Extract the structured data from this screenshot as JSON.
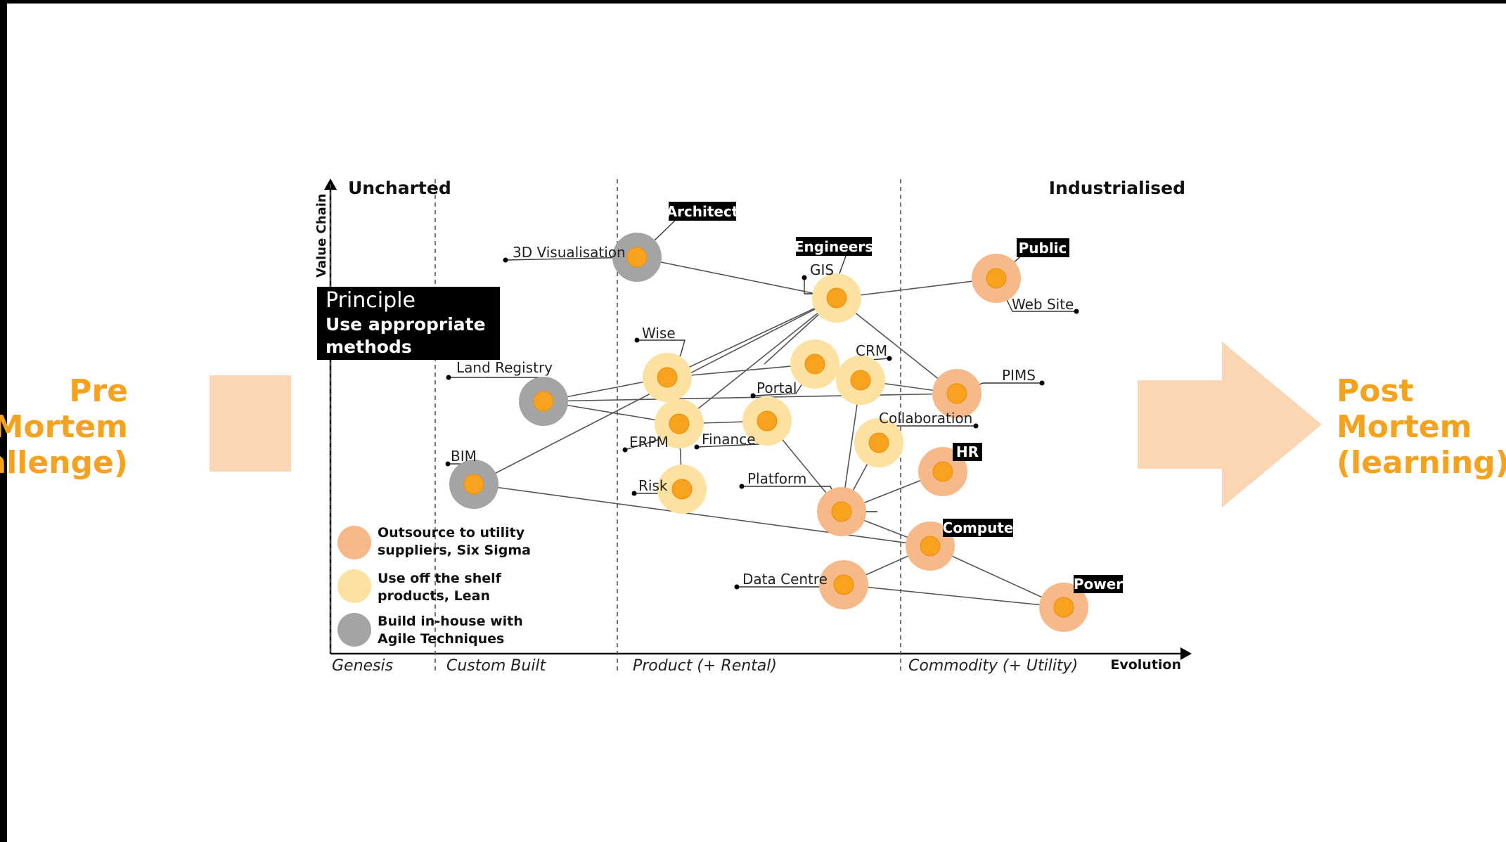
{
  "side": {
    "pre_lines": [
      "Pre",
      "Mortem",
      "(challenge)"
    ],
    "post_lines": [
      "Post",
      "Mortem",
      "(learning)"
    ]
  },
  "principle": {
    "title": "Principle",
    "line1": "Use appropriate",
    "line2": "methods"
  },
  "map": {
    "y_axis_label": "Value Chain",
    "x_axis_label": "Evolution",
    "top_left_heading": "Uncharted",
    "top_right_heading": "Industrialised",
    "stages": [
      "Genesis",
      "Custom Built",
      "Product (+ Rental)",
      "Commodity (+ Utility)"
    ],
    "colors": {
      "outsource": "#f8b98a",
      "off_the_shelf": "#fde1a0",
      "in_house": "#a4a4a4",
      "core": "#f8a21f",
      "label_bg": "#000000"
    },
    "legend": [
      {
        "kind": "outsource",
        "line1": "Outsource to utility",
        "line2": "suppliers, Six Sigma"
      },
      {
        "kind": "off_the_shelf",
        "line1": "Use off the shelf",
        "line2": "products, Lean"
      },
      {
        "kind": "in_house",
        "line1": "Build in-house with",
        "line2": "Agile Techniques"
      }
    ],
    "tags": [
      "Architect",
      "Engineers",
      "Public",
      "HR",
      "Compute",
      "Power"
    ],
    "labels": [
      "3D Visualisation",
      "GIS",
      "Web Site",
      "Wise",
      "Land Registry",
      "CRM",
      "PIMS",
      "Portal",
      "Collaboration",
      "ERPM",
      "Finance",
      "BIM",
      "Risk",
      "Platform",
      "Data Centre"
    ]
  }
}
